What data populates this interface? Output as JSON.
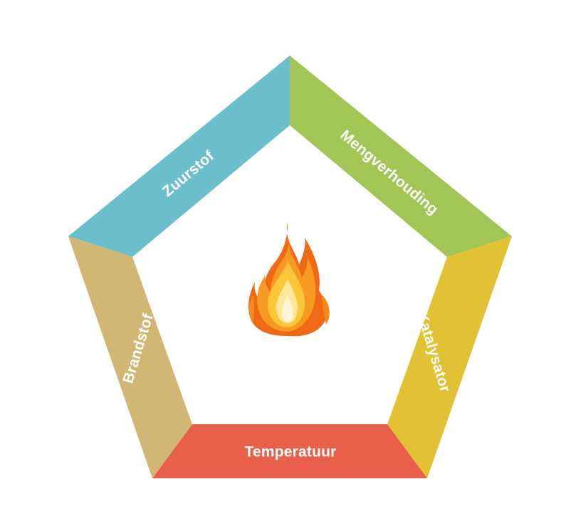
{
  "diagram": {
    "center_icon": "fire-flame-icon",
    "segments": [
      {
        "id": "zuurstof",
        "label": "Zuurstof",
        "color": "#6bbfcd"
      },
      {
        "id": "mengverhouding",
        "label": "Mengverhouding",
        "color": "#a2c556"
      },
      {
        "id": "katalysator",
        "label": "Katalysator",
        "color": "#e2c235"
      },
      {
        "id": "temperatuur",
        "label": "Temperatuur",
        "color": "#e8604a"
      },
      {
        "id": "brandstof",
        "label": "Brandstof",
        "color": "#d2b673"
      }
    ]
  }
}
